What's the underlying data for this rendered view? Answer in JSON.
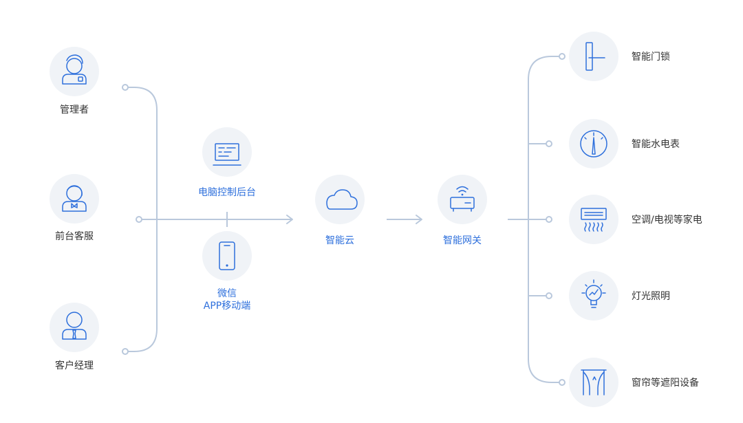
{
  "users": [
    {
      "label": "管理者"
    },
    {
      "label": "前台客服"
    },
    {
      "label": "客户经理"
    }
  ],
  "control": {
    "pc": "电脑控制后台",
    "mobile_line1": "微信",
    "mobile_line2": "APP移动端"
  },
  "center": {
    "cloud": "智能云",
    "gateway": "智能网关"
  },
  "devices": [
    {
      "label": "智能门锁"
    },
    {
      "label": "智能水电表"
    },
    {
      "label": "空调/电视等家电"
    },
    {
      "label": "灯光照明"
    },
    {
      "label": "窗帘等遮阳设备"
    }
  ],
  "colors": {
    "icon_stroke": "#2d6fdc",
    "icon_bg": "#f0f3f7",
    "connector": "#b9c8dc",
    "text_dark": "#333333",
    "text_blue": "#2d6fdc"
  },
  "icons": {
    "users": [
      "manager-icon",
      "front-desk-icon",
      "account-manager-icon"
    ],
    "pc": "monitor-icon",
    "mobile": "phone-icon",
    "cloud": "cloud-icon",
    "gateway": "router-icon",
    "devices": [
      "door-lock-icon",
      "meter-icon",
      "air-conditioner-icon",
      "light-bulb-icon",
      "curtain-icon"
    ]
  }
}
